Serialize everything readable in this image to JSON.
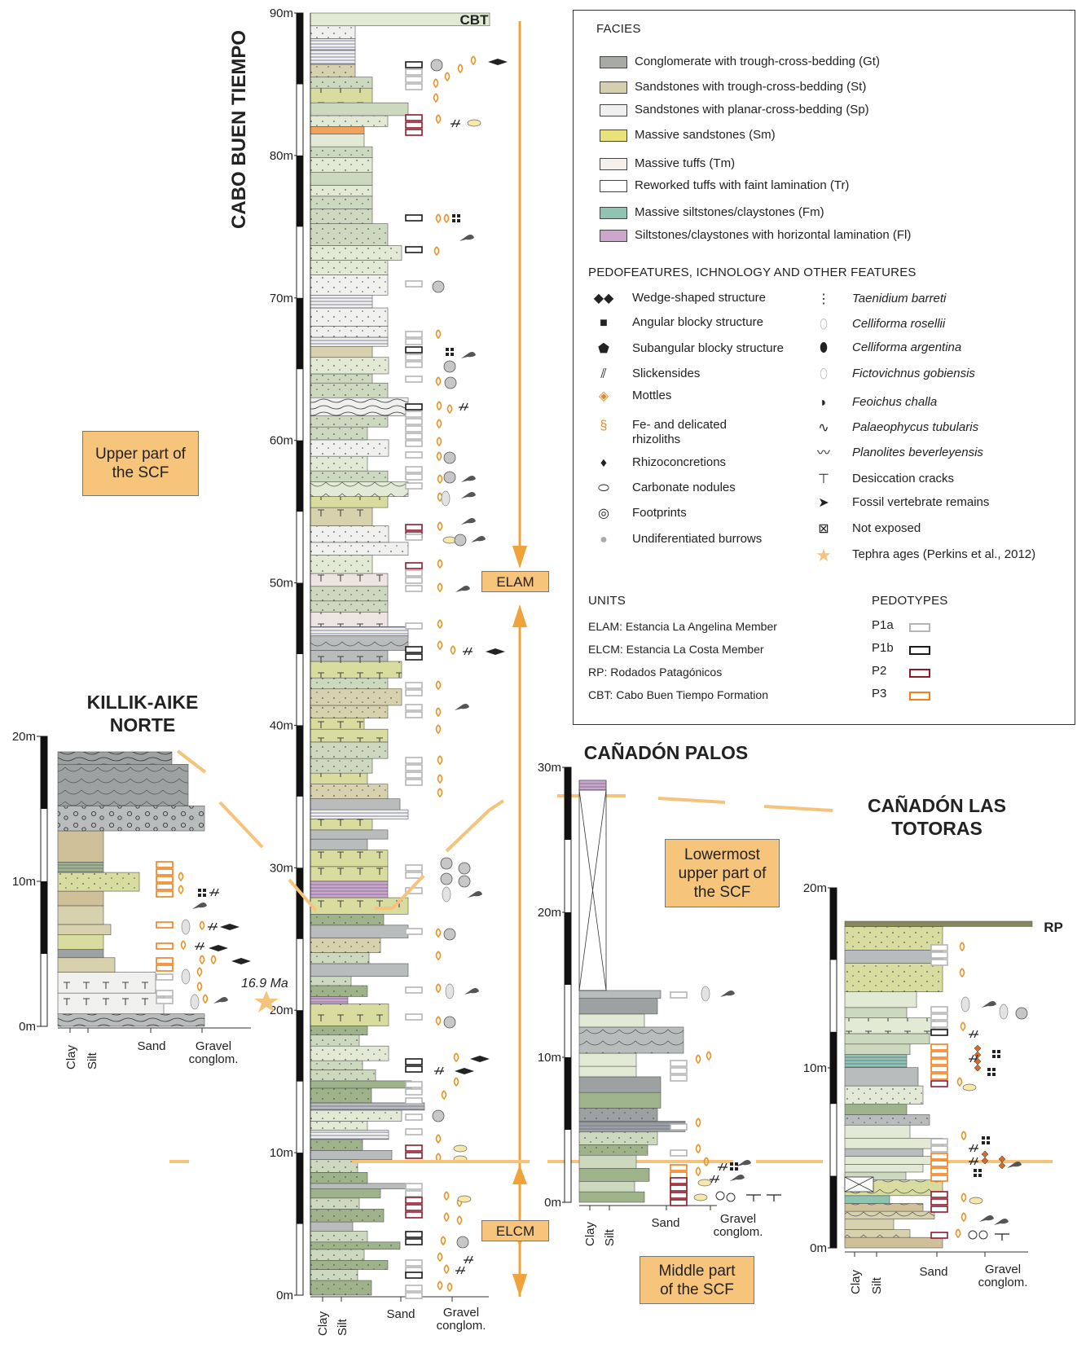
{
  "sections": {
    "cbt": {
      "title": "CABO BUEN TIEMPO",
      "top_label": "CBT",
      "ticks": [
        "90m",
        "80m",
        "70m",
        "60m",
        "50m",
        "40m",
        "30m",
        "20m",
        "10m",
        "0m"
      ]
    },
    "ka": {
      "title": "KILLIK-AIKE NORTE",
      "ticks": [
        "20m",
        "10m",
        "0m"
      ],
      "tephra_age": "16.9 Ma"
    },
    "cp": {
      "title": "CAÑADÓN PALOS",
      "ticks": [
        "30m",
        "20m",
        "10m",
        "0m"
      ]
    },
    "clt": {
      "title": "CAÑADÓN LAS TOTORAS",
      "top_label": "RP",
      "ticks": [
        "20m",
        "10m",
        "0m"
      ]
    }
  },
  "axis_labels": {
    "clay": "Clay",
    "silt": "Silt",
    "sand": "Sand",
    "gravel": "Gravel",
    "conglom": "conglom."
  },
  "boxes": {
    "upper": "Upper part of the SCF",
    "lowermost": "Lowermost upper part of the SCF",
    "middle": "Middle part of the SCF",
    "elam": "ELAM",
    "elcm": "ELCM"
  },
  "legend": {
    "facies_title": "FACIES",
    "facies": [
      {
        "label": "Conglomerate with trough-cross-bedding (Gt)",
        "color": "#a8aaa4"
      },
      {
        "label": "Sandstones with trough-cross-bedding (St)",
        "color": "#d6cfae"
      },
      {
        "label": "Sandstones with planar-cross-bedding (Sp)",
        "color": "#f0f0f0"
      },
      {
        "label": "Massive sandstones (Sm)",
        "color": "#e8e279"
      },
      {
        "label": "Massive tuffs (Tm)",
        "color": "#f5f0ec"
      },
      {
        "label": "Reworked tuffs with faint lamination (Tr)",
        "color": "#ffffff"
      },
      {
        "label": "Massive siltstones/claystones (Fm)",
        "color": "#8fc4b2"
      },
      {
        "label": "Siltstones/claystones with horizontal lamination (Fl)",
        "color": "#cda7cb"
      }
    ],
    "pedo_title": "PEDOFEATURES, ICHNOLOGY AND OTHER FEATURES",
    "pedo_left": [
      {
        "label": "Wedge-shaped structure",
        "icon": "wedge-structure-icon"
      },
      {
        "label": "Angular blocky structure",
        "icon": "angular-blocky-icon"
      },
      {
        "label": "Subangular blocky structure",
        "icon": "subangular-blocky-icon"
      },
      {
        "label": "Slickensides",
        "icon": "slickensides-icon"
      },
      {
        "label": "Mottles",
        "icon": "mottles-icon"
      },
      {
        "label": "Fe- and delicated",
        "label2": "rhizoliths",
        "icon": "rhizolith-icon"
      },
      {
        "label": "Rhizoconcretions",
        "icon": "rhizoconcretion-icon"
      },
      {
        "label": "Carbonate nodules",
        "icon": "carbonate-nodule-icon"
      },
      {
        "label": "Footprints",
        "icon": "footprint-icon"
      },
      {
        "label": "Undiferentiated burrows",
        "icon": "burrow-icon"
      }
    ],
    "pedo_right": [
      {
        "label": "Taenidium barreti",
        "italic": true,
        "icon": "taenidium-icon"
      },
      {
        "label": "Celliforma rosellii",
        "italic": true,
        "icon": "celliforma-rosellii-icon"
      },
      {
        "label": "Celliforma argentina",
        "italic": true,
        "icon": "celliforma-argentina-icon"
      },
      {
        "label": "Fictovichnus gobiensis",
        "italic": true,
        "icon": "fictovichnus-icon"
      },
      {
        "label": "Feoichus challa",
        "italic": true,
        "icon": "feoichus-icon"
      },
      {
        "label": "Palaeophycus tubularis",
        "italic": true,
        "icon": "palaeophycus-icon"
      },
      {
        "label": "Planolites beverleyensis",
        "italic": true,
        "icon": "planolites-icon"
      },
      {
        "label": "Desiccation cracks",
        "italic": false,
        "icon": "desiccation-crack-icon"
      },
      {
        "label": "Fossil vertebrate remains",
        "italic": false,
        "icon": "vertebrate-remains-icon"
      },
      {
        "label": "Not exposed",
        "italic": false,
        "icon": "not-exposed-icon"
      },
      {
        "label": "Tephra ages (Perkins et al., 2012)",
        "italic": false,
        "icon": "tephra-star-icon"
      }
    ],
    "units_title": "UNITS",
    "units": [
      "ELAM: Estancia La Angelina Member",
      "ELCM: Estancia La Costa Member",
      "RP: Rodados Patagónicos",
      "CBT: Cabo Buen Tiempo Formation"
    ],
    "pedotypes_title": "PEDOTYPES",
    "pedotypes": [
      {
        "label": "P1a",
        "color": "#b5b5b5"
      },
      {
        "label": "P1b",
        "color": "#1a1a1a"
      },
      {
        "label": "P2",
        "color": "#8b1c2c"
      },
      {
        "label": "P3",
        "color": "#f07f1c"
      }
    ]
  },
  "colors": {
    "orange": "#f7c47c",
    "arrow": "#f0a33a",
    "dash": "#f6c37c"
  }
}
